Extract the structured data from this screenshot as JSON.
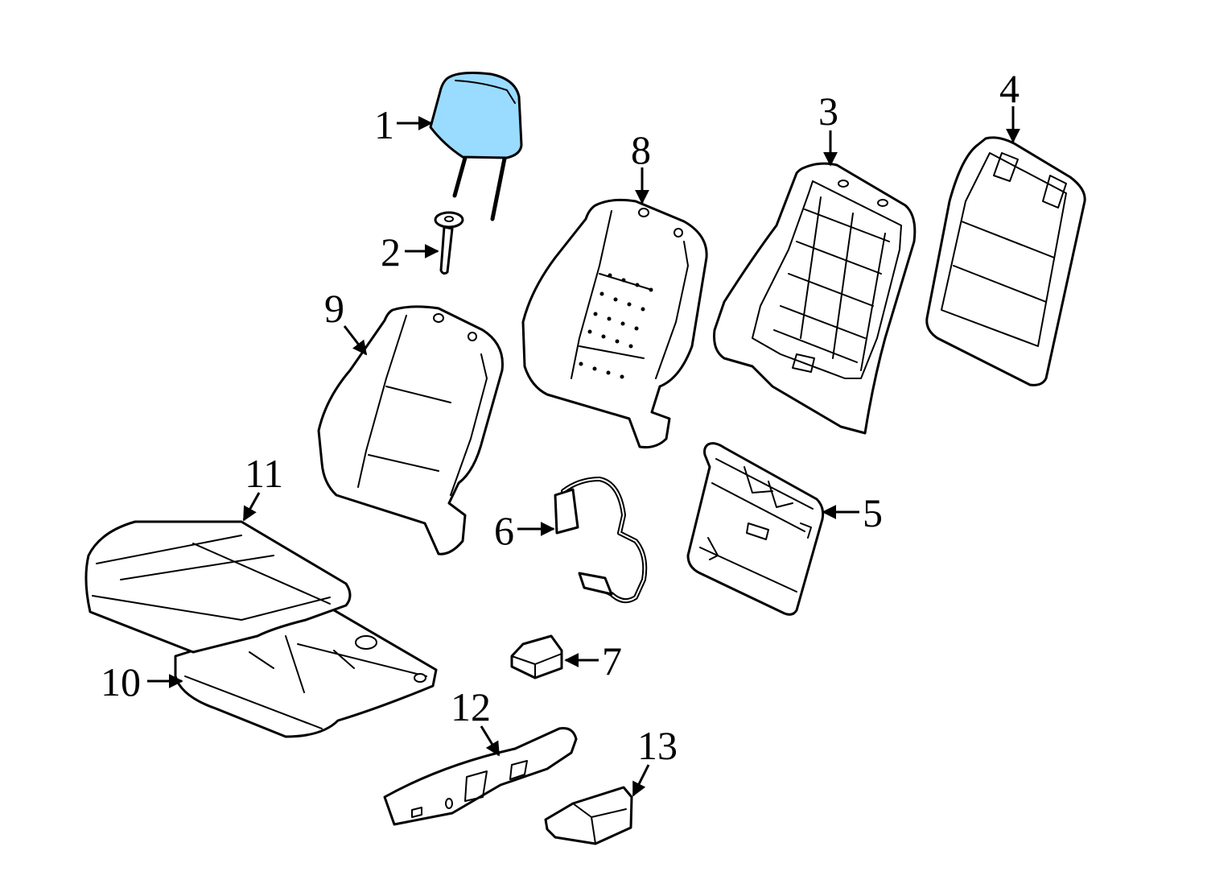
{
  "colors": {
    "highlight": "#99dcff",
    "outline": "#000000",
    "background": "#ffffff"
  },
  "callouts": [
    {
      "label": "1"
    },
    {
      "label": "2"
    },
    {
      "label": "3"
    },
    {
      "label": "4"
    },
    {
      "label": "5"
    },
    {
      "label": "6"
    },
    {
      "label": "7"
    },
    {
      "label": "8"
    },
    {
      "label": "9"
    },
    {
      "label": "10"
    },
    {
      "label": "11"
    },
    {
      "label": "12"
    },
    {
      "label": "13"
    }
  ]
}
